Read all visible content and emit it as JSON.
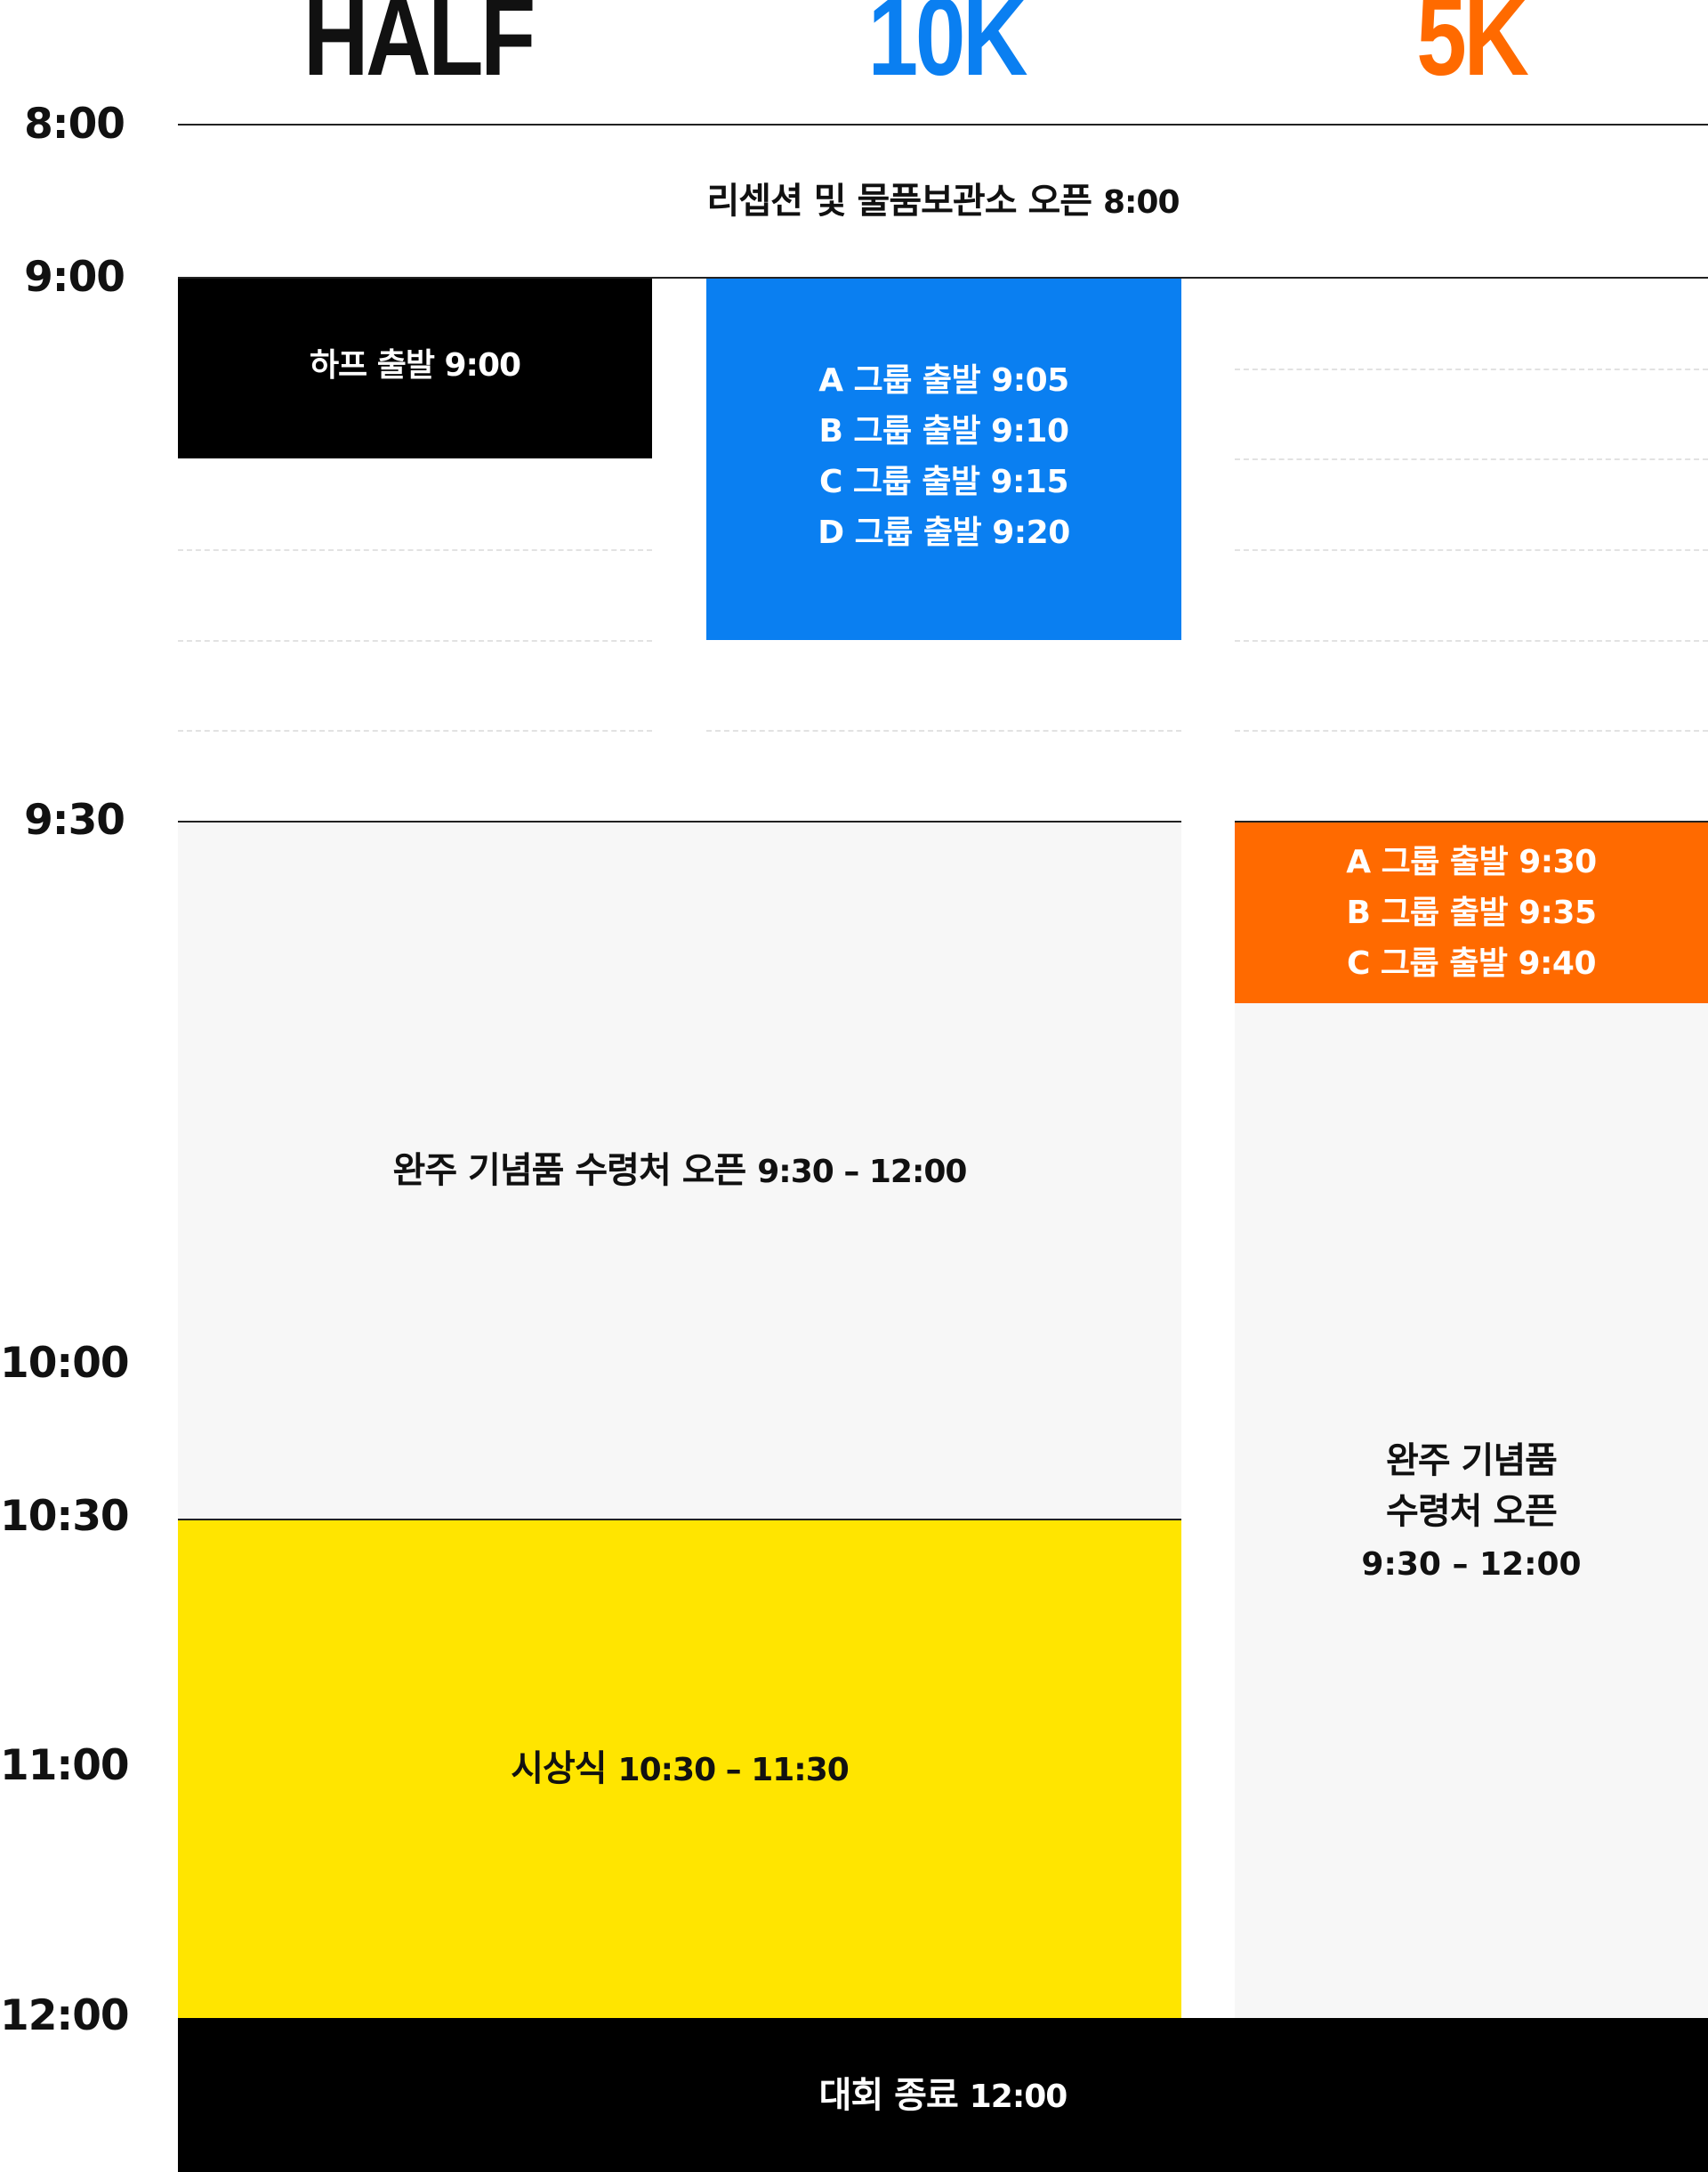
{
  "columns": [
    {
      "label": "HALF",
      "color": "#111111"
    },
    {
      "label": "10K",
      "color": "#0a7ff1"
    },
    {
      "label": "5K",
      "color": "#ff6a00"
    }
  ],
  "times": [
    "8:00",
    "9:00",
    "9:30",
    "10:00",
    "10:30",
    "11:00",
    "12:00"
  ],
  "events": {
    "reception": {
      "title": "리셉션 및 물품보관소 오픈",
      "time": "8:00"
    },
    "half_start": {
      "title": "하프 출발",
      "time": "9:00"
    },
    "tenk_starts": [
      "A 그룹 출발 9:05",
      "B 그룹 출발 9:10",
      "C 그룹 출발 9:15",
      "D 그룹 출발 9:20"
    ],
    "fivek_starts": [
      "A 그룹 출발 9:30",
      "B 그룹 출발 9:35",
      "C 그룹 출발 9:40"
    ],
    "medal_main": {
      "title": "완주 기념품 수령처 오픈",
      "time": "9:30 – 12:00"
    },
    "medal_5k": {
      "title_line1": "완주 기념품",
      "title_line2": "수령처 오픈",
      "time": "9:30 – 12:00"
    },
    "ceremony": {
      "title": "시상식",
      "time": "10:30 – 11:30"
    },
    "finish": {
      "title": "대회 종료",
      "time": "12:00"
    }
  },
  "colors": {
    "half": "#000000",
    "tenk": "#0a7ff1",
    "fivek": "#ff6a00",
    "light_gray": "#f7f7f7",
    "ceremony": "#ffe500",
    "finish": "#000000"
  }
}
